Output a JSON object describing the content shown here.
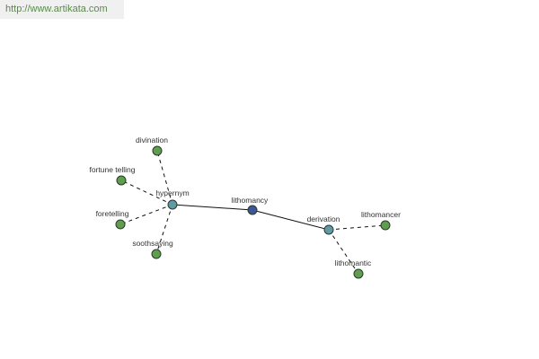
{
  "header": {
    "url": "http://www.artikata.com"
  },
  "colors": {
    "center_node": "#3e5596",
    "relation_node": "#5f9aa6",
    "leaf_node": "#5e9e4e",
    "node_stroke": "#2a3a2a",
    "edge": "#111111",
    "label": "#333333"
  },
  "graph": {
    "nodes": [
      {
        "id": "lithomancy",
        "label": "lithomancy",
        "kind": "center"
      },
      {
        "id": "hypernym",
        "label": "hypernym",
        "kind": "relation"
      },
      {
        "id": "derivation",
        "label": "derivation",
        "kind": "relation"
      },
      {
        "id": "divination",
        "label": "divination",
        "kind": "leaf"
      },
      {
        "id": "fortune_telling",
        "label": "fortune telling",
        "kind": "leaf"
      },
      {
        "id": "foretelling",
        "label": "foretelling",
        "kind": "leaf"
      },
      {
        "id": "soothsaying",
        "label": "soothsaying",
        "kind": "leaf"
      },
      {
        "id": "lithomancer",
        "label": "lithomancer",
        "kind": "leaf"
      },
      {
        "id": "lithomantic",
        "label": "lithomantic",
        "kind": "leaf"
      }
    ],
    "edges": [
      {
        "from": "lithomancy",
        "to": "hypernym",
        "style": "solid"
      },
      {
        "from": "lithomancy",
        "to": "derivation",
        "style": "solid"
      },
      {
        "from": "hypernym",
        "to": "divination",
        "style": "dashed"
      },
      {
        "from": "hypernym",
        "to": "fortune_telling",
        "style": "dashed"
      },
      {
        "from": "hypernym",
        "to": "foretelling",
        "style": "dashed"
      },
      {
        "from": "hypernym",
        "to": "soothsaying",
        "style": "dashed"
      },
      {
        "from": "derivation",
        "to": "lithomancer",
        "style": "dashed"
      },
      {
        "from": "derivation",
        "to": "lithomantic",
        "style": "dashed"
      }
    ]
  }
}
